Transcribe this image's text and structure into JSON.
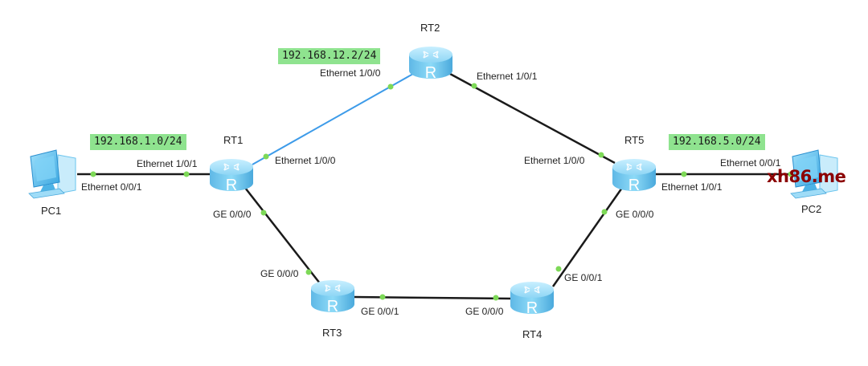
{
  "diagram": {
    "colors": {
      "link_default": "#1a1a1a",
      "link_highlight": "#3d9be9",
      "port_dot": "#7dd957",
      "net_label_bg": "#8fe38f",
      "router_body": "#6cc7ef"
    },
    "routers": [
      {
        "id": "RT1",
        "name": "RT1"
      },
      {
        "id": "RT2",
        "name": "RT2"
      },
      {
        "id": "RT3",
        "name": "RT3"
      },
      {
        "id": "RT4",
        "name": "RT4"
      },
      {
        "id": "RT5",
        "name": "RT5"
      }
    ],
    "pcs": [
      {
        "id": "PC1",
        "name": "PC1"
      },
      {
        "id": "PC2",
        "name": "PC2"
      }
    ],
    "links": [
      {
        "from": "PC1",
        "from_port": "Ethernet 0/0/1",
        "to": "RT1",
        "to_port": "Ethernet 1/0/1",
        "highlight": false
      },
      {
        "from": "RT1",
        "from_port": "Ethernet 1/0/0",
        "to": "RT2",
        "to_port": "Ethernet 1/0/0",
        "highlight": true
      },
      {
        "from": "RT2",
        "from_port": "Ethernet 1/0/1",
        "to": "RT5",
        "to_port": "Ethernet 1/0/0",
        "highlight": false
      },
      {
        "from": "RT5",
        "from_port": "Ethernet 1/0/1",
        "to": "PC2",
        "to_port": "Ethernet 0/0/1",
        "highlight": false
      },
      {
        "from": "RT1",
        "from_port": "GE 0/0/0",
        "to": "RT3",
        "to_port": "GE 0/0/0",
        "highlight": false
      },
      {
        "from": "RT3",
        "from_port": "GE 0/0/1",
        "to": "RT4",
        "to_port": "GE 0/0/0",
        "highlight": false
      },
      {
        "from": "RT4",
        "from_port": "GE 0/0/1",
        "to": "RT5",
        "to_port": "GE 0/0/0",
        "highlight": false
      }
    ],
    "network_labels": {
      "pc1_net": "192.168.1.0/24",
      "rt2_ip": "192.168.12.2/24",
      "pc2_net": "192.168.5.0/24"
    },
    "watermark": "xh86.me"
  }
}
